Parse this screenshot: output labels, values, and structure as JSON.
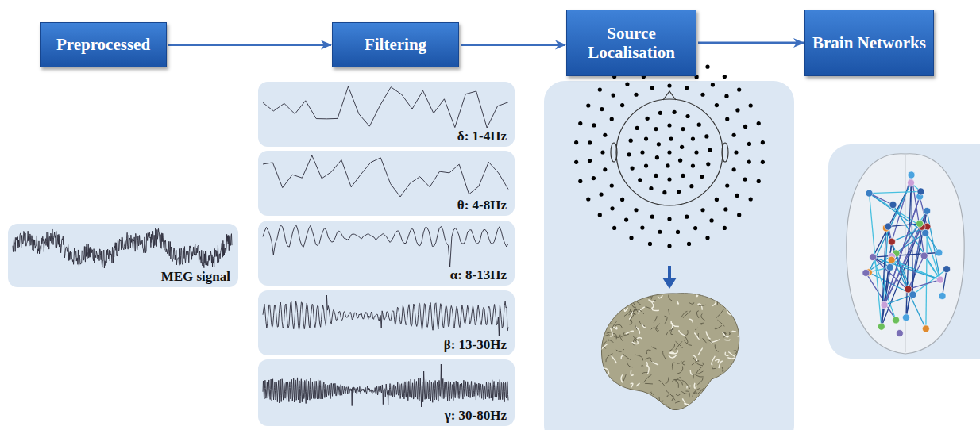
{
  "diagram": {
    "nodes": [
      {
        "text": [
          "Preprocessed"
        ]
      },
      {
        "text": [
          "Filtering"
        ]
      },
      {
        "text": [
          "Source Localisation"
        ]
      },
      {
        "text": [
          "Brain Networks"
        ]
      },
      {
        "text": [
          "MEG signal"
        ]
      },
      {
        "text": [
          "δ: 1-4Hz"
        ]
      },
      {
        "text": [
          "θ: 4-8Hz"
        ]
      },
      {
        "text": [
          "α: 8-13Hz"
        ]
      },
      {
        "text": [
          "β: 13-30Hz"
        ]
      },
      {
        "text": [
          "γ: 30-80Hz"
        ]
      }
    ],
    "edges": [
      {
        "from": 0,
        "to": 1,
        "arrow": "to"
      },
      {
        "from": 1,
        "to": 2,
        "arrow": "to"
      },
      {
        "from": 2,
        "to": 3,
        "arrow": "to"
      }
    ]
  }
}
